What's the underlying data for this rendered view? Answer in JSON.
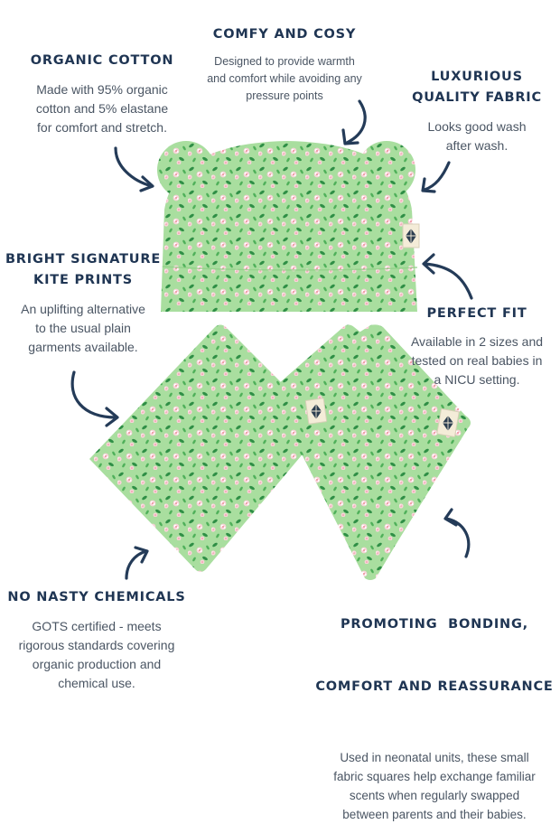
{
  "features": {
    "comfy": {
      "title": "COMFY AND COSY",
      "lines": [
        "Designed to provide warmth",
        "and comfort while avoiding any",
        "pressure points"
      ]
    },
    "organic": {
      "title": "ORGANIC COTTON",
      "lines": [
        "Made with 95% organic",
        "cotton and 5% elastane",
        "for comfort and stretch."
      ]
    },
    "luxurious": {
      "title_lines": [
        "LUXURIOUS",
        "QUALITY FABRIC"
      ],
      "lines": [
        "Looks good wash",
        "after wash."
      ]
    },
    "kite": {
      "title_lines": [
        "BRIGHT SIGNATURE",
        "KITE PRINTS"
      ],
      "lines": [
        "An uplifting alternative",
        "to the usual plain",
        "garments available."
      ]
    },
    "fit": {
      "title": "PERFECT FIT",
      "lines": [
        "Available in 2 sizes and",
        "tested on real babies in",
        "a NICU setting."
      ]
    },
    "chemicals": {
      "title": "NO NASTY CHEMICALS",
      "lines": [
        "GOTS certified - meets",
        "rigorous standards covering",
        "organic production and",
        "chemical use."
      ]
    },
    "bonding": {
      "title_lines": [
        "PROMOTING  BONDING,",
        "COMFORT AND REASSURANCE"
      ],
      "lines": [
        "Used in neonatal units, these small",
        "fabric squares help exchange familiar",
        "scents when regularly swapped",
        "between parents and their babies."
      ]
    }
  },
  "images": {
    "hat": "baby-hat-with-bear-ears-green-floral-print",
    "squares": "two-fabric-scent-squares-green-floral-print",
    "label_icon": "kite-logo-icon"
  },
  "colors": {
    "heading": "#1f3553",
    "body": "#4a5563",
    "arrow": "#243b58",
    "fabric_green": "#a4dc9a",
    "leaf_green": "#3d9a4e",
    "flower_pink": "#f6b9c3"
  }
}
